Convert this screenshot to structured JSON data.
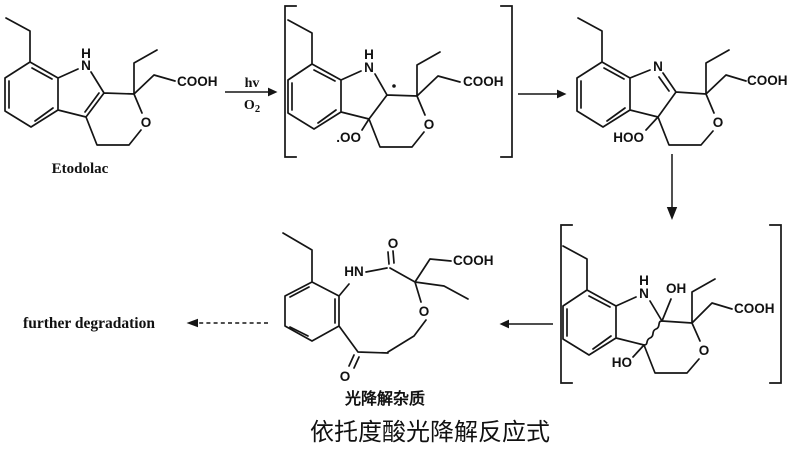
{
  "caption": "依托度酸光降解反应式",
  "further_degradation": "further degradation",
  "arrow1": {
    "light": "hv",
    "oxygen": "O",
    "oxygen_sub": "2"
  },
  "structures": {
    "etodolac": {
      "label": "Etodolac",
      "h": "H",
      "n": "N",
      "ring_o": "O",
      "cooh": "COOH"
    },
    "peroxy_radical": {
      "h": "H",
      "n": "N",
      "peroxy": ".OO",
      "ring_o": "O",
      "cooh": "COOH"
    },
    "hydroperoxide": {
      "n": "N",
      "hydroperoxy": "HOO",
      "ring_o": "O",
      "cooh": "COOH"
    },
    "diol": {
      "h": "H",
      "n": "N",
      "oh": "OH",
      "ho": "HO",
      "ring_o": "O",
      "cooh": "COOH"
    },
    "photoproduct": {
      "label": "光降解杂质",
      "hn": "HN",
      "amide_o": "O",
      "cooh": "COOH",
      "ring_o": "O",
      "ketone_o": "O"
    }
  }
}
